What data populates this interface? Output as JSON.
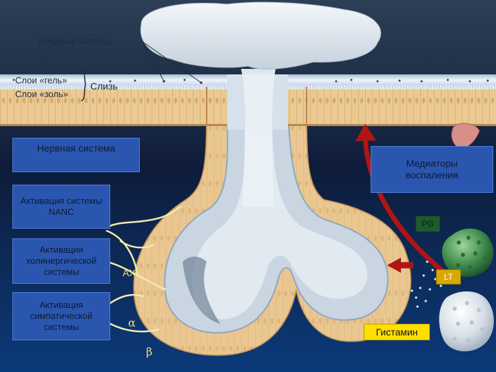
{
  "labels": {
    "harmful_particles": "Вредные частицы",
    "gel_layer": "Слои «гель»",
    "sol_layer": "Слои «золь»",
    "mucus": "Слизь",
    "nervous_system": "Нервная система",
    "inflammation_mediators": "Медиаторы воспаления",
    "nanc_activation": "Активация системы NANC",
    "cholinergic_activation": "Активация холинергической системы",
    "sympathetic_activation": "Активация симпатической системы",
    "ach": "АХ",
    "alpha": "α",
    "beta": "β",
    "pg": "PG",
    "lt": "LT",
    "histamine": "Гистамин"
  },
  "colors": {
    "background_top": "#2c3f55",
    "background_bottom": "#0b2f66",
    "mucus_layer": "#dde8f2",
    "epithelium": "#e8c48f",
    "box_fill": "#2b56b0",
    "arrow_red": "#b01515",
    "pg_tag": "#1f5a2e",
    "lt_tag": "#d8a800",
    "histamine_tag": "#ffe000",
    "nerve_fibers": "#f2eab0"
  }
}
